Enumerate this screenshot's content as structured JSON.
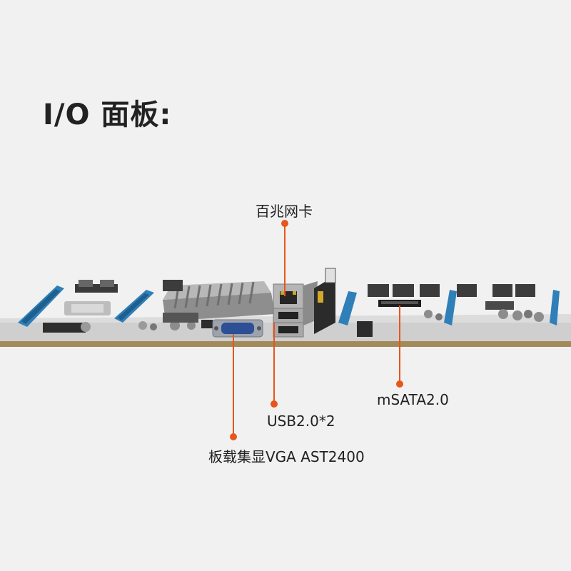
{
  "title": "I/O 面板:",
  "labels": {
    "lan": "百兆网卡",
    "usb": "USB2.0*2",
    "msata": "mSATA2.0",
    "vga": "板载集显VGA AST2400"
  },
  "colors": {
    "accent": "#e8551c",
    "pcie_slot": "#2f7fb8",
    "background": "#f1f1f1"
  }
}
